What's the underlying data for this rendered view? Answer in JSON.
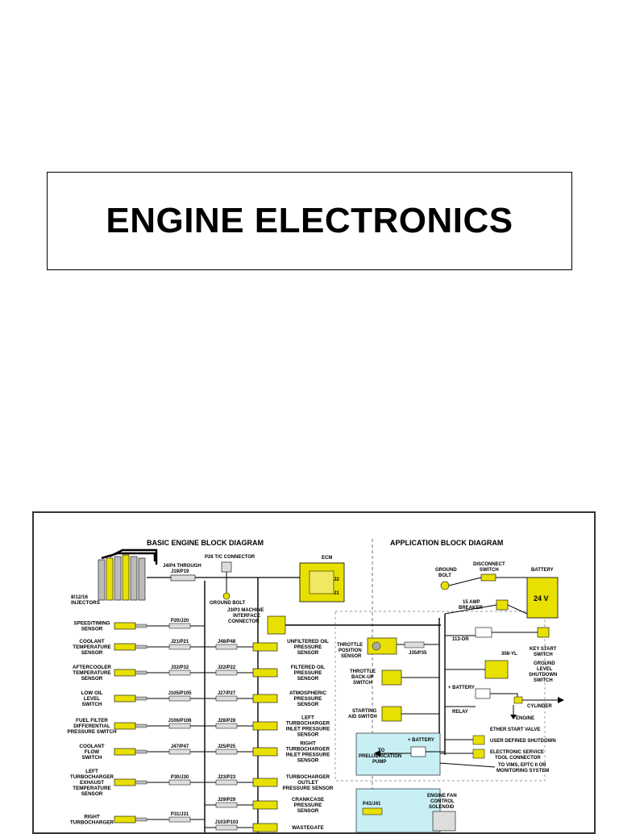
{
  "page": {
    "title": "ENGINE ELECTRONICS"
  },
  "diagram": {
    "left_title": "BASIC ENGINE BLOCK DIAGRAM",
    "right_title": "APPLICATION BLOCK DIAGRAM",
    "ecm_label": "ECM",
    "ecm_j1": "J1",
    "ecm_j2": "J2",
    "p26_label": "P26 T/C CONNECTOR",
    "j4_label_1": "J4/P4 THROUGH",
    "j4_label_2": "J19/P19",
    "injectors_1": "8/12/16",
    "injectors_2": "INJECTORS",
    "ground_bolt": "GROUND BOLT",
    "machine_iface_1": "J3/P3 MACHINE",
    "machine_iface_2": "INTERFACE",
    "machine_iface_3": "CONNECTOR",
    "left_sensors": [
      {
        "lines": [
          "SPEED/TIMING",
          "SENSOR"
        ],
        "conn": "P20/J20"
      },
      {
        "lines": [
          "COOLANT",
          "TEMPERATURE",
          "SENSOR"
        ],
        "conn": "J21/P21"
      },
      {
        "lines": [
          "AFTERCOOLER",
          "TEMPERATURE",
          "SENSOR"
        ],
        "conn": "J32/P32"
      },
      {
        "lines": [
          "LOW OIL",
          "LEVEL",
          "SWITCH"
        ],
        "conn": "J105/P105"
      },
      {
        "lines": [
          "FUEL FILTER",
          "DIFFERENTIAL",
          "PRESSURE SWITCH"
        ],
        "conn": "J106/P106"
      },
      {
        "lines": [
          "COOLANT",
          "FLOW",
          "SWITCH"
        ],
        "conn": "J47/P47"
      },
      {
        "lines": [
          "LEFT",
          "TURBOCHARGER",
          "EXHAUST",
          "TEMPERATURE",
          "SENSOR"
        ],
        "conn": "P30/J30"
      },
      {
        "lines": [
          "RIGHT",
          "TURBOCHARGER"
        ],
        "conn": "P31/J31"
      }
    ],
    "right_sensors": [
      {
        "lines": [
          "UNFILTERED OIL",
          "PRESSURE",
          "SENSOR"
        ],
        "conn": "J48/P48"
      },
      {
        "lines": [
          "FILTERED OIL",
          "PRESSURE",
          "SENSOR"
        ],
        "conn": "J22/P22"
      },
      {
        "lines": [
          "ATMOSPHERIC",
          "PRESSURE",
          "SENSOR"
        ],
        "conn": "J27/P27"
      },
      {
        "lines": [
          "LEFT",
          "TURBOCHARGER",
          "INLET PRESSURE",
          "SENSOR"
        ],
        "conn": "J28/P28"
      },
      {
        "lines": [
          "RIGHT",
          "TURBOCHARGER",
          "INLET PRESSURE",
          "SENSOR"
        ],
        "conn": "J25/P25"
      },
      {
        "lines": [
          "TURBOCHARGER",
          "OUTLET",
          "PRESSURE SENSOR"
        ],
        "conn": "J23/P23"
      },
      {
        "lines": [
          "CRANKCASE",
          "PRESSURE",
          "SENSOR"
        ],
        "conn": "J29/P29"
      },
      {
        "lines": [
          "WASTEGATE"
        ],
        "conn": "J103/P103"
      }
    ],
    "app": {
      "ground_bolt_1": "GROUND",
      "ground_bolt_2": "BOLT",
      "disconnect_1": "DISCONNECT",
      "disconnect_2": "SWITCH",
      "battery": "BATTERY",
      "battery_v": "24 V",
      "breaker_1": "15 AMP",
      "breaker_2": "BREAKER",
      "wire_113": "113-OR",
      "wire_308": "308-YL",
      "throttle_pos_1": "THROTTLE",
      "throttle_pos_2": "POSITION",
      "throttle_pos_3": "SENSOR",
      "throttle_conn": "J35/P35",
      "key_start_1": "KEY START",
      "key_start_2": "SWITCH",
      "gls_1": "GROUND",
      "gls_2": "LEVEL",
      "gls_3": "SHUTDOWN",
      "gls_4": "SWITCH",
      "throttle_backup_1": "THROTTLE",
      "throttle_backup_2": "BACK-UP",
      "throttle_backup_3": "SWITCH",
      "plus_battery": "+ BATTERY",
      "cylinder": "CYLINDER",
      "relay": "RELAY",
      "starting_aid_1": "STARTING",
      "starting_aid_2": "AID SWITCH",
      "engine": "ENGINE",
      "ether": "ETHER START VALVE",
      "user_shutdown": "USER DEFINED SHUTDOWN",
      "est_1": "ELECTRONIC SERVICE",
      "est_2": "TOOL CONNECTOR",
      "vims_1": "TO VIMS, EPTC II OR",
      "vims_2": "MONITORING SYSTEM",
      "plus_battery_2": "+ BATTERY",
      "prelube_1": "TO",
      "prelube_2": "PRELUBRICATION",
      "prelube_3": "PUMP",
      "fan_conn": "P41/J41",
      "fan_1": "ENGINE FAN",
      "fan_2": "CONTROL",
      "fan_3": "SOLENOID"
    }
  }
}
